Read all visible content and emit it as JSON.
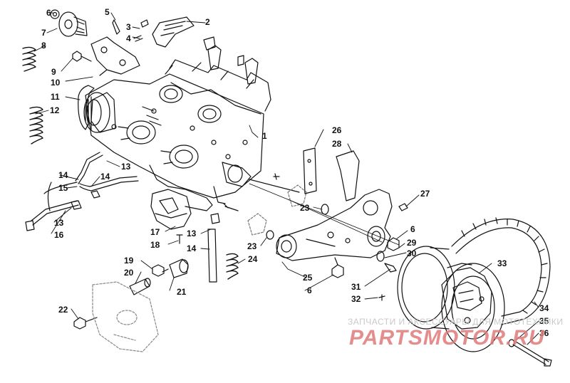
{
  "callouts": [
    {
      "id": "c1",
      "text": "1"
    },
    {
      "id": "c2",
      "text": "2"
    },
    {
      "id": "c3",
      "text": "3"
    },
    {
      "id": "c4",
      "text": "4"
    },
    {
      "id": "c5",
      "text": "5"
    },
    {
      "id": "c6a",
      "text": "6"
    },
    {
      "id": "c6b",
      "text": "6"
    },
    {
      "id": "c6c",
      "text": "6"
    },
    {
      "id": "c7",
      "text": "7"
    },
    {
      "id": "c8",
      "text": "8"
    },
    {
      "id": "c9",
      "text": "9"
    },
    {
      "id": "c10",
      "text": "10"
    },
    {
      "id": "c11",
      "text": "11"
    },
    {
      "id": "c12",
      "text": "12"
    },
    {
      "id": "c13a",
      "text": "13"
    },
    {
      "id": "c13b",
      "text": "13"
    },
    {
      "id": "c13c",
      "text": "13"
    },
    {
      "id": "c14a",
      "text": "14"
    },
    {
      "id": "c14b",
      "text": "14"
    },
    {
      "id": "c14c",
      "text": "14"
    },
    {
      "id": "c15",
      "text": "15"
    },
    {
      "id": "c16",
      "text": "16"
    },
    {
      "id": "c17",
      "text": "17"
    },
    {
      "id": "c18",
      "text": "18"
    },
    {
      "id": "c19",
      "text": "19"
    },
    {
      "id": "c20",
      "text": "20"
    },
    {
      "id": "c21",
      "text": "21"
    },
    {
      "id": "c22",
      "text": "22"
    },
    {
      "id": "c23a",
      "text": "23"
    },
    {
      "id": "c23b",
      "text": "23"
    },
    {
      "id": "c24",
      "text": "24"
    },
    {
      "id": "c25",
      "text": "25"
    },
    {
      "id": "c26",
      "text": "26"
    },
    {
      "id": "c27",
      "text": "27"
    },
    {
      "id": "c28",
      "text": "28"
    },
    {
      "id": "c29",
      "text": "29"
    },
    {
      "id": "c30",
      "text": "30"
    },
    {
      "id": "c31",
      "text": "31"
    },
    {
      "id": "c32",
      "text": "32"
    },
    {
      "id": "c33",
      "text": "33"
    },
    {
      "id": "c34",
      "text": "34"
    },
    {
      "id": "c35",
      "text": "35"
    },
    {
      "id": "c36",
      "text": "36"
    }
  ],
  "watermark": {
    "caption": "ЗАПЧАСТИ И АКСЕССУАРЫ ДЛЯ МОТОТЕХНИКИ",
    "brand": "PARTSMOTOR.RU"
  },
  "colors": {
    "line": "#111111",
    "watermark_brand": "#e07a7a",
    "watermark_caption": "#c9c9c9"
  }
}
